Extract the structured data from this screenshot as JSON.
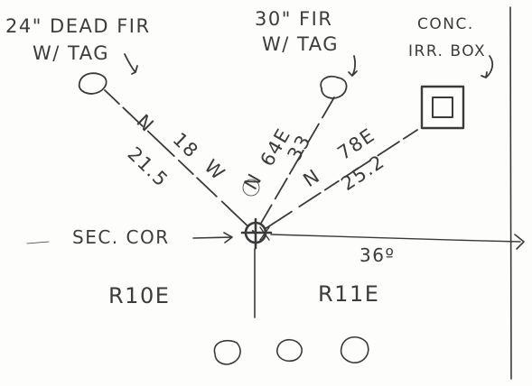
{
  "labels": {
    "dead_fir_line1": "24\" DEAD FIR",
    "dead_fir_line2": "W/ TAG",
    "fir_line1": "30\" FIR",
    "fir_line2": "W/ TAG",
    "box_line1": "CONC.",
    "box_line2": "IRR. BOX",
    "section_corner": "SEC. COR",
    "east_bearing": "36º",
    "range_west": "R10E",
    "range_east": "R11E"
  },
  "bearings": {
    "to_dead_fir_a": "N",
    "to_dead_fir_b": "18",
    "to_dead_fir_c": "W",
    "to_dead_fir_dist": "21.5",
    "to_fir_a": "N",
    "to_fir_b": "64E",
    "to_fir_dist": "33",
    "to_box_a": "N",
    "to_box_b": "78E",
    "to_box_dist": "25.2"
  }
}
